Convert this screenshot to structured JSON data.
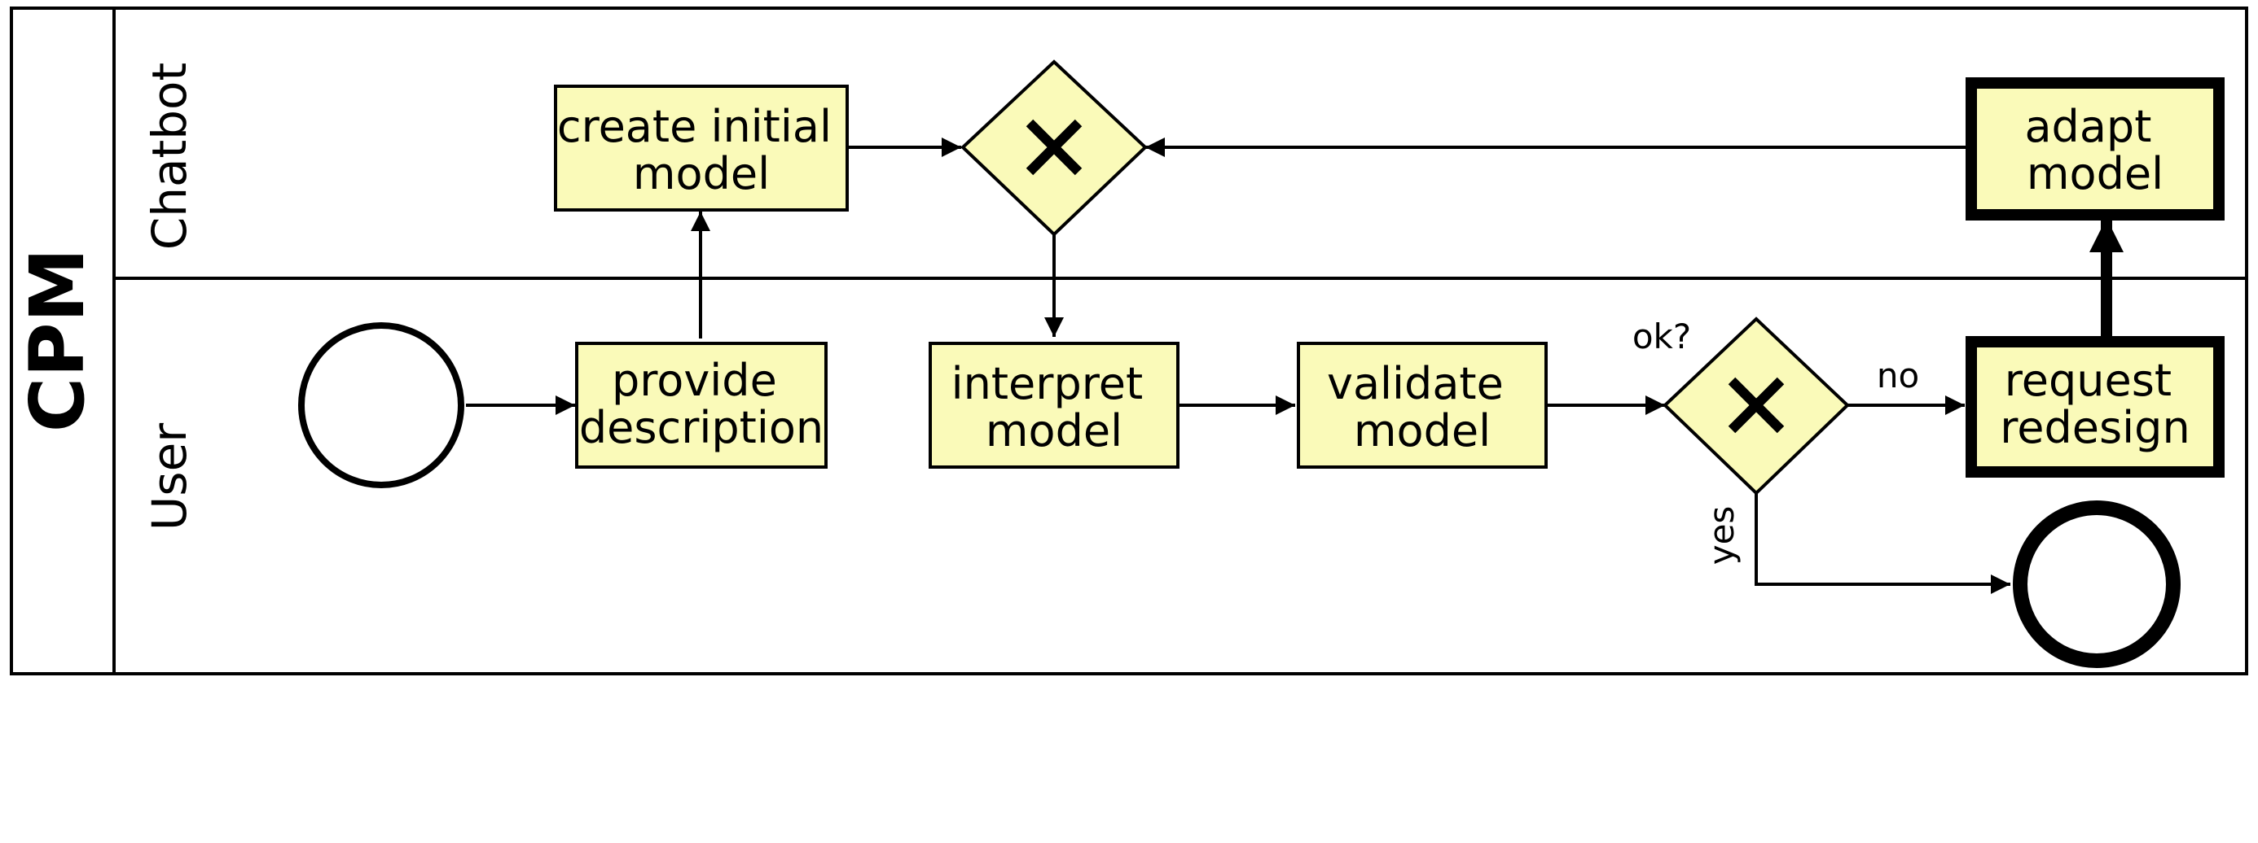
{
  "pool": {
    "label": "CPM"
  },
  "lanes": {
    "chatbot": "Chatbot",
    "user": "User"
  },
  "tasks": {
    "create_initial_model": [
      "create initial",
      "model"
    ],
    "adapt_model": [
      "adapt",
      "model"
    ],
    "provide_description": [
      "provide",
      "description"
    ],
    "interpret_model": [
      "interpret",
      "model"
    ],
    "validate_model": [
      "validate",
      "model"
    ],
    "request_redesign": [
      "request",
      "redesign"
    ]
  },
  "gateway_labels": {
    "ok": "ok?",
    "no": "no",
    "yes": "yes"
  },
  "colors": {
    "task_fill": "#fafab9",
    "stroke": "#000000",
    "background": "#ffffff"
  }
}
